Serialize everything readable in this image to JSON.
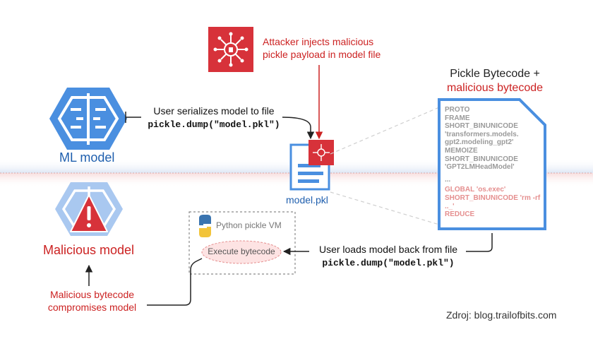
{
  "attacker": {
    "line1": "Attacker injects malicious",
    "line2": "pickle payload in model file"
  },
  "bytecode_title": {
    "line1": "Pickle Bytecode +",
    "line2": "malicious bytecode"
  },
  "serialize": {
    "label": "User serializes model to file",
    "code": "pickle.dump(\"model.pkl\")"
  },
  "ml_model_label": "ML model",
  "model_file_label": "model.pkl",
  "bytecode_lines": [
    "PROTO",
    "FRAME",
    "SHORT_BINUNICODE",
    "'transformers.models.",
    "gpt2.modeling_gpt2'",
    "MEMOIZE",
    "SHORT_BINUNICODE",
    "'GPT2LMHeadModel'"
  ],
  "ellipsis": "...",
  "malicious_lines": [
    "GLOBAL 'os.exec'",
    "SHORT_BINUNICODE 'rm -rf",
    ".._'",
    "REDUCE"
  ],
  "pickle_vm": {
    "title": "Python pickle VM",
    "execute": "Execute bytecode"
  },
  "malicious_model_label": "Malicious model",
  "load": {
    "label": "User loads model back from file",
    "code": "pickle.dump(\"model.pkl\")"
  },
  "compromise": {
    "line1": "Malicious bytecode",
    "line2": "compromises model"
  },
  "source": "Zdroj: blog.trailofbits.com",
  "colors": {
    "accent_red": "#d7323a",
    "brain_blue": "#4a8fe0",
    "text_red": "#cc2222",
    "text_blue": "#1f5fae"
  }
}
